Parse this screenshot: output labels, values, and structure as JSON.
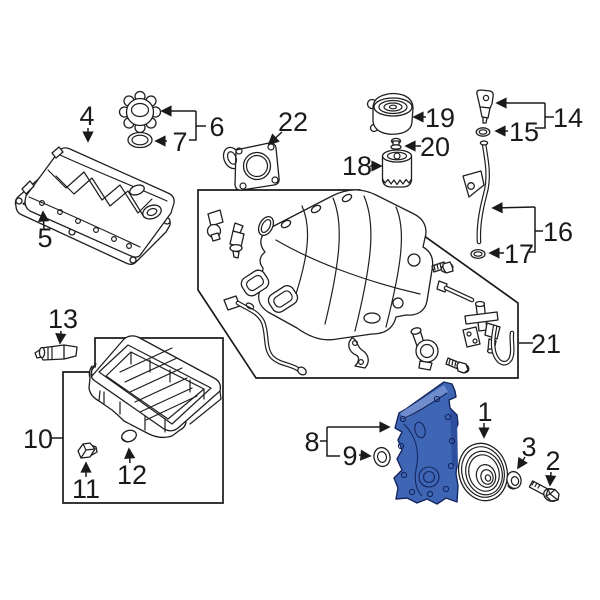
{
  "colors": {
    "background": "#ffffff",
    "line": "#1a1a1a",
    "highlight_fill": "#3e66b5",
    "highlight_stroke": "#15255e",
    "highlight_light": "#6f8ccd",
    "highlight_dark": "#2d4f9e"
  },
  "callouts": {
    "c1": "1",
    "c2": "2",
    "c3": "3",
    "c4": "4",
    "c5": "5",
    "c6": "6",
    "c7": "7",
    "c8": "8",
    "c9": "9",
    "c10": "10",
    "c11": "11",
    "c12": "12",
    "c13": "13",
    "c14": "14",
    "c15": "15",
    "c16": "16",
    "c17": "17",
    "c18": "18",
    "c19": "19",
    "c20": "20",
    "c21": "21",
    "c22": "22"
  }
}
